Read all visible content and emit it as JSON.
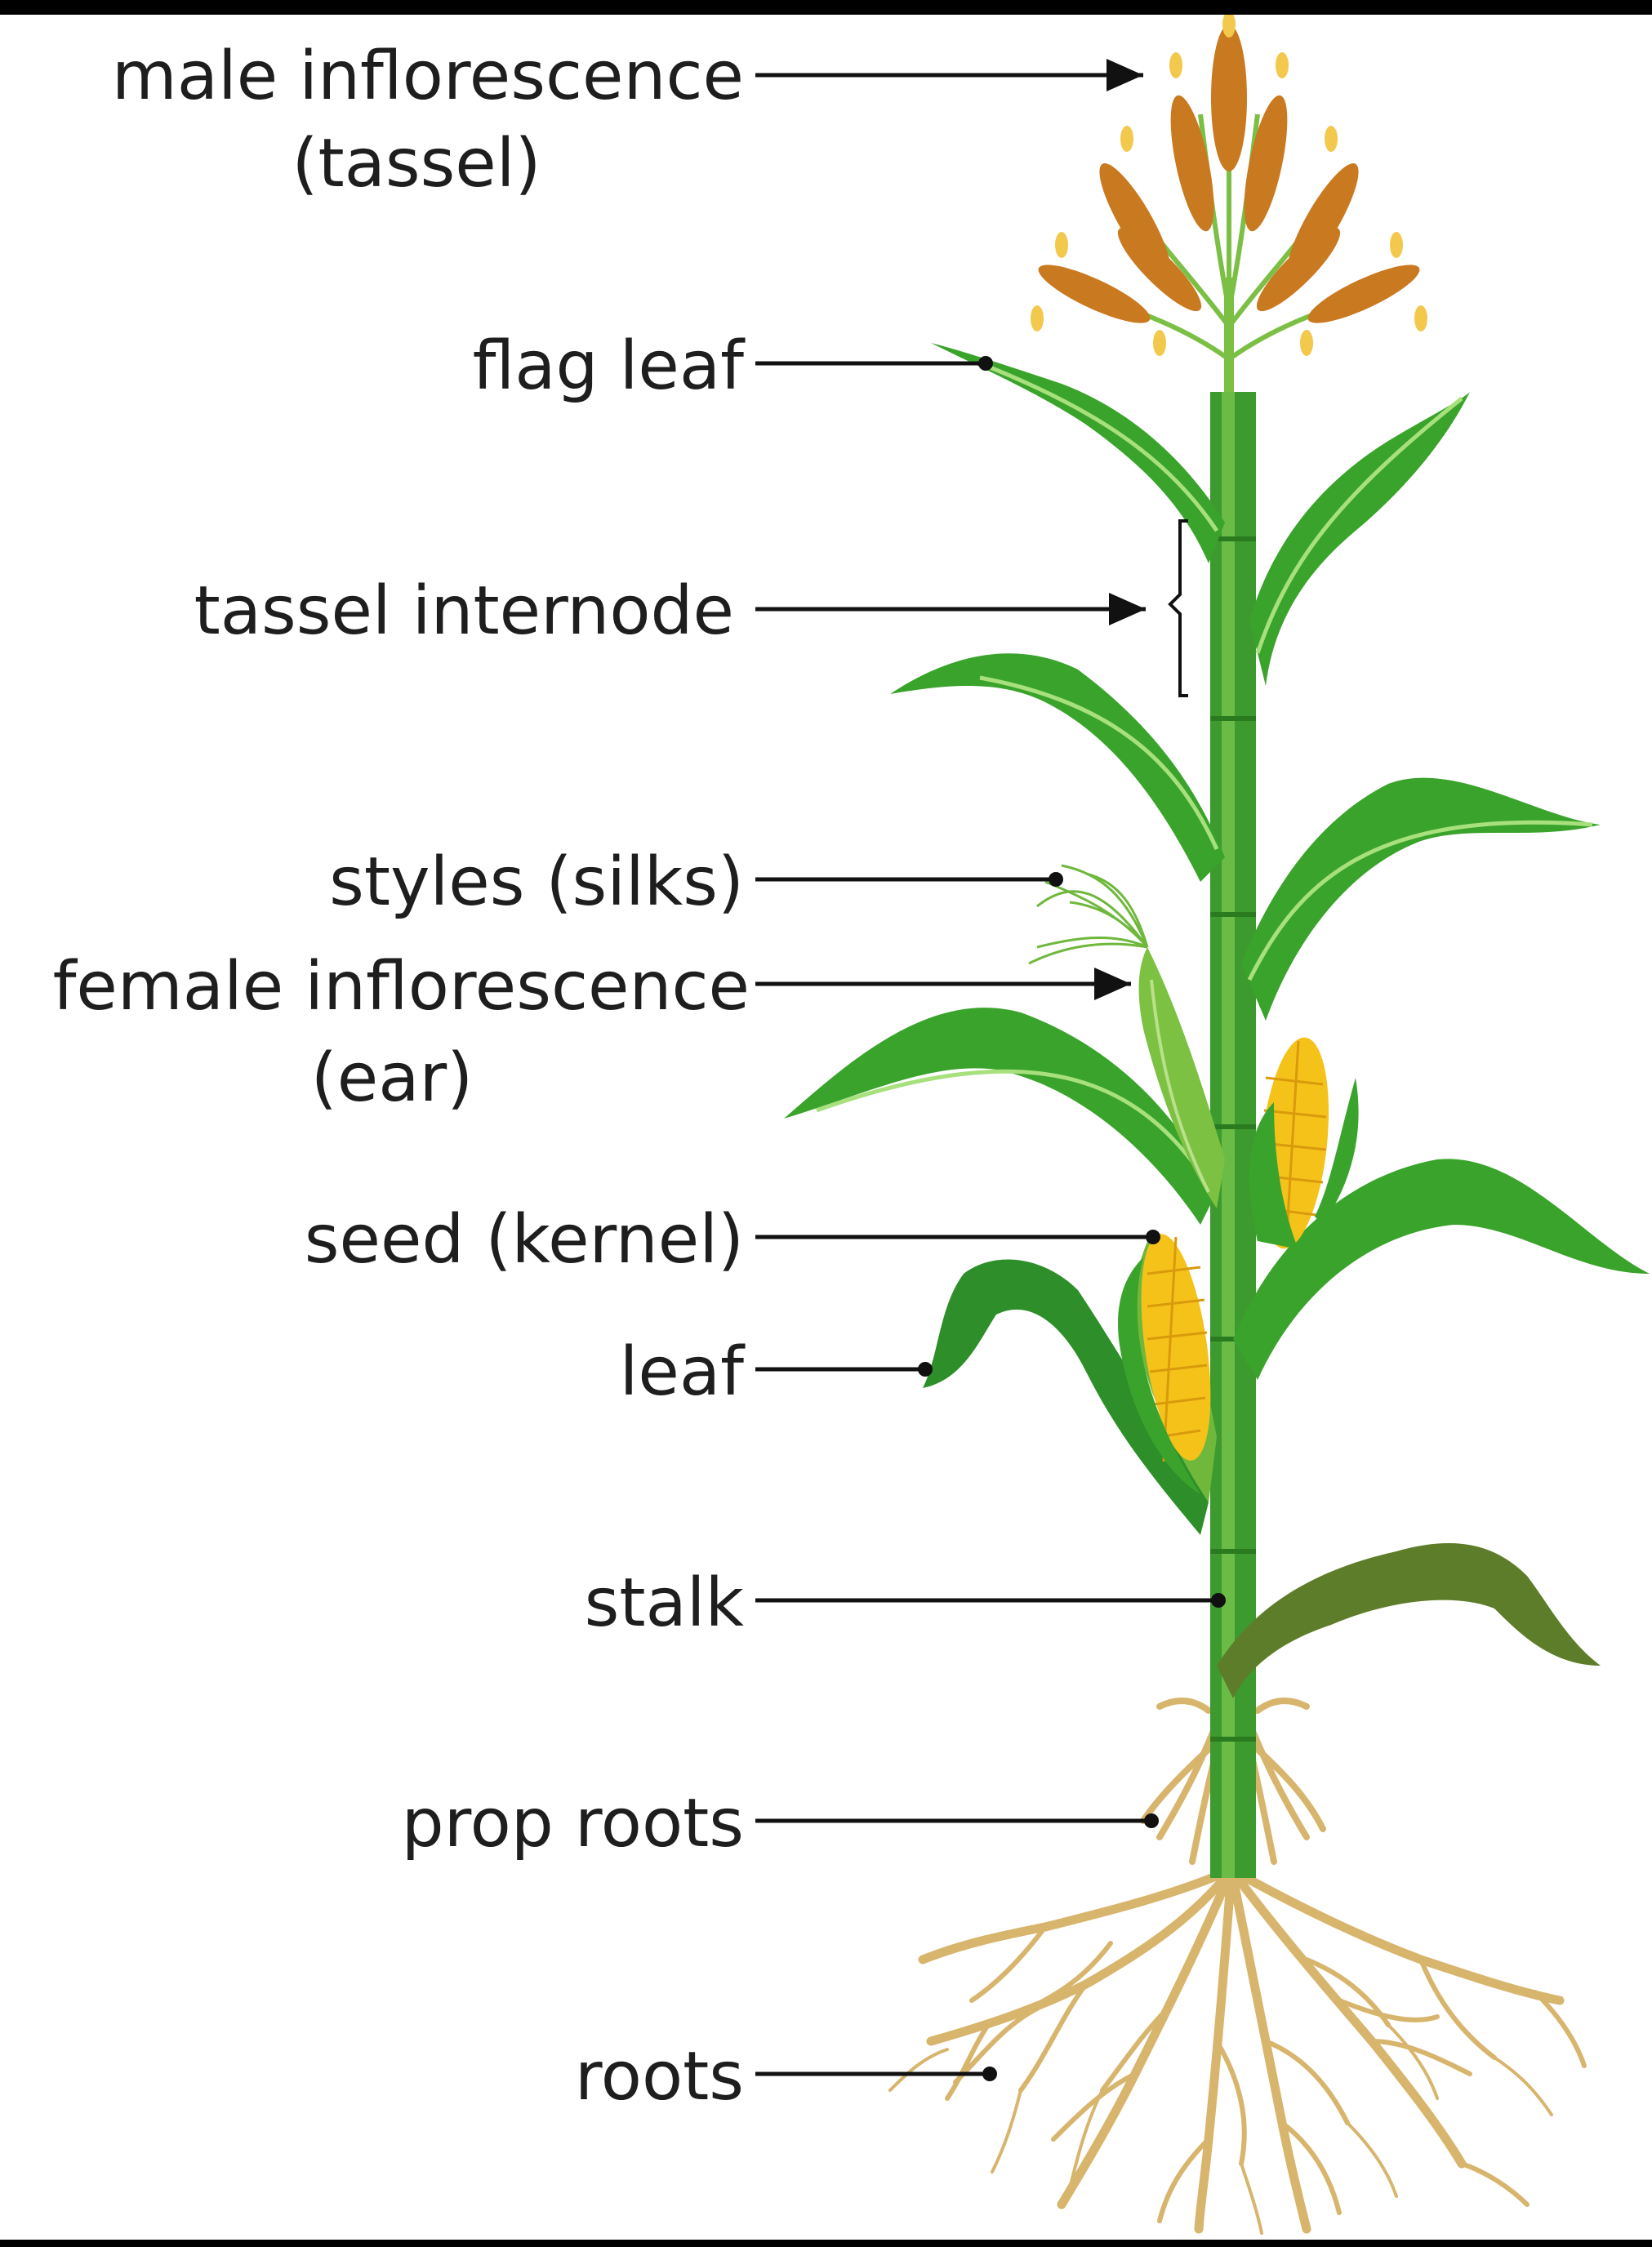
{
  "colors": {
    "background_frame": "#000000",
    "canvas": "#ffffff",
    "leaf_green": "#3aa32b",
    "leaf_dark": "#1f7a1f",
    "leaf_light": "#8ed46a",
    "stalk_green": "#3c9a2e",
    "old_leaf": "#5e7d2a",
    "tassel_orange": "#c9791f",
    "tassel_yellow": "#f2c94c",
    "kernel_yellow": "#f5c21a",
    "root_tan": "#d7b56d",
    "line_black": "#111111"
  },
  "labels": {
    "male_inflorescence": "male inflorescence",
    "tassel": "(tassel)",
    "flag_leaf": "flag leaf",
    "tassel_internode": "tassel internode",
    "styles_silks": "styles (silks)",
    "female_inflorescence": "female inflorescence",
    "ear": "(ear)",
    "seed_kernel": "seed (kernel)",
    "leaf": "leaf",
    "stalk": "stalk",
    "prop_roots": "prop roots",
    "roots": "roots"
  }
}
